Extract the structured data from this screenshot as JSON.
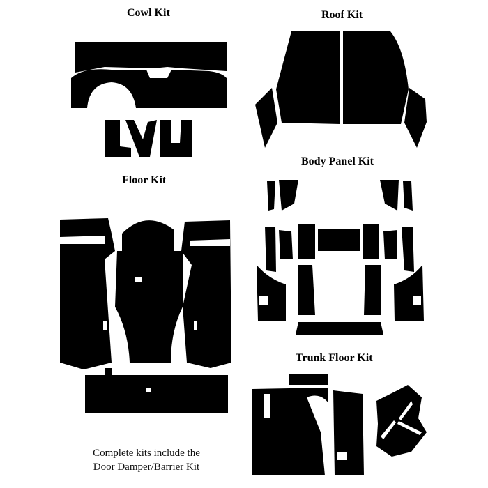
{
  "kits": {
    "cowl": "Cowl Kit",
    "roof": "Roof Kit",
    "floor": "Floor Kit",
    "body_panel": "Body Panel Kit",
    "trunk_floor": "Trunk Floor Kit"
  },
  "note": {
    "line1": "Complete kits include the",
    "line2": "Door Damper/Barrier Kit"
  },
  "colors": {
    "piece": "#000000",
    "background": "#ffffff"
  }
}
